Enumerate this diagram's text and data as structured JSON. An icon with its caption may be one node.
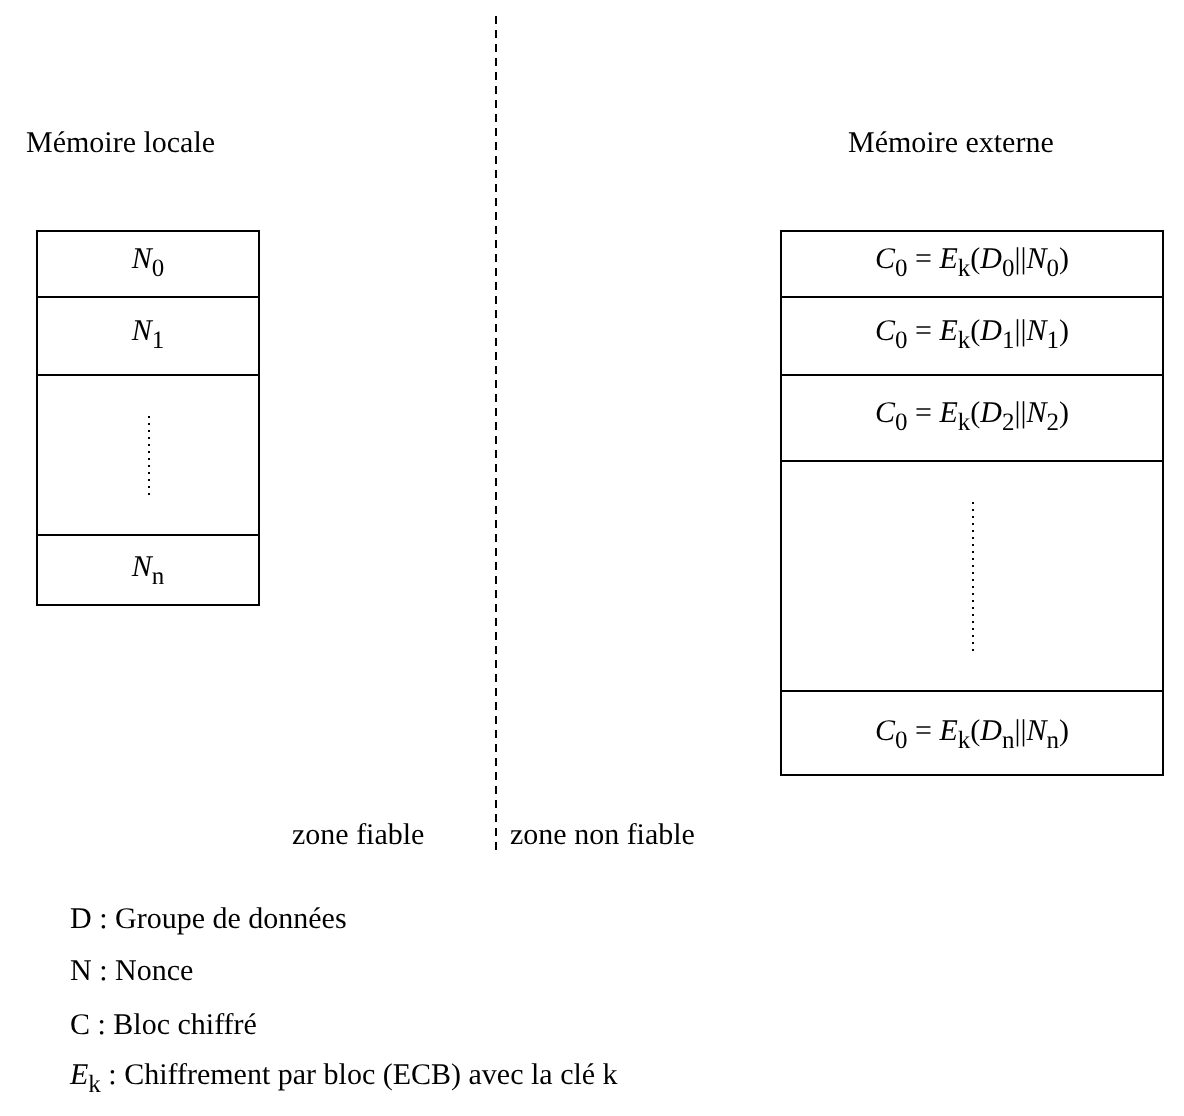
{
  "diagram": {
    "nodes": [
      {
        "text": [
          "Mémoire locale"
        ]
      },
      {
        "text": [
          "*N*$_{0}$"
        ],
        "in": 0
      },
      {
        "text": [
          "*N*$_{1}$"
        ],
        "in": 0
      },
      {
        "text": [],
        "shape": "box",
        "in": 0
      },
      {
        "text": [
          "*N*$_{n}$"
        ],
        "in": 0
      },
      {
        "text": [
          "Mémoire externe"
        ]
      },
      {
        "text": [
          "*C*$_{0}$ = *E*$_{k}$(*D*$_{0}$||*N*$_{0}$)"
        ],
        "in": 5
      },
      {
        "text": [
          "*C*$_{0}$ = *E*$_{k}$(*D*$_{1}$||*N*$_{1}$)"
        ],
        "in": 5
      },
      {
        "text": [
          "*C*$_{0}$ = *E*$_{k}$(*D*$_{2}$||*N*$_{2}$)"
        ],
        "in": 5
      },
      {
        "text": [],
        "shape": "box",
        "in": 5
      },
      {
        "text": [
          "*C*$_{0}$ = *E*$_{k}$(*D*$_{n}$||*N*$_{n}$)"
        ],
        "in": 5
      }
    ],
    "edges": [],
    "labels": [
      "zone fiable",
      "zone non fiable",
      "D : Groupe de données",
      "N : Nonce",
      "C : Bloc chiffré",
      "*E*$_{k}$ : Chiffrement par bloc (ECB) avec la clé k"
    ]
  }
}
